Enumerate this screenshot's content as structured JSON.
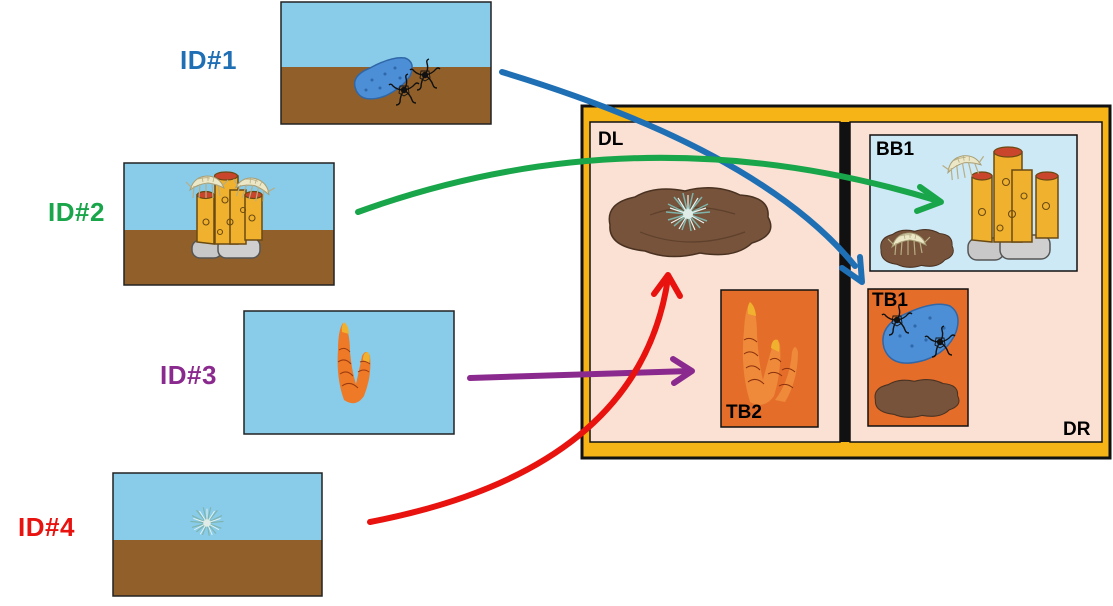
{
  "sources": [
    {
      "id": "id1",
      "label": "ID#1",
      "color": "#1f6fb5",
      "depicts": "blue-sponge-with-brittle-stars-on-sediment"
    },
    {
      "id": "id2",
      "label": "ID#2",
      "color": "#19a64a",
      "depicts": "yellow-tube-sponge-with-amphipods-on-rocks"
    },
    {
      "id": "id3",
      "label": "ID#3",
      "color": "#8b2a8e",
      "depicts": "orange-branching-sponge-in-water"
    },
    {
      "id": "id4",
      "label": "ID#4",
      "color": "#e8120f",
      "depicts": "sea-anemone-on-sediment"
    }
  ],
  "tank": {
    "frame_color": "#f6b417",
    "fill_color": "#fbe1d3",
    "left_half_label": "DL",
    "right_half_label": "DR",
    "compartments": [
      {
        "label": "BB1",
        "fill": "#cde9f6"
      },
      {
        "label": "TB1",
        "fill": "#e56d2a"
      },
      {
        "label": "TB2",
        "fill": "#e56d2a"
      }
    ]
  },
  "colors": {
    "water": "#88ccea",
    "sediment": "#91602a",
    "sponge_yellow": "#f0b22e",
    "sponge_blue": "#4d8fd6",
    "mud_patch": "#76533a"
  },
  "icons": [
    "sponge",
    "brittle-star",
    "amphipod",
    "sea-anemone",
    "rock",
    "mud-patch",
    "arrow"
  ]
}
